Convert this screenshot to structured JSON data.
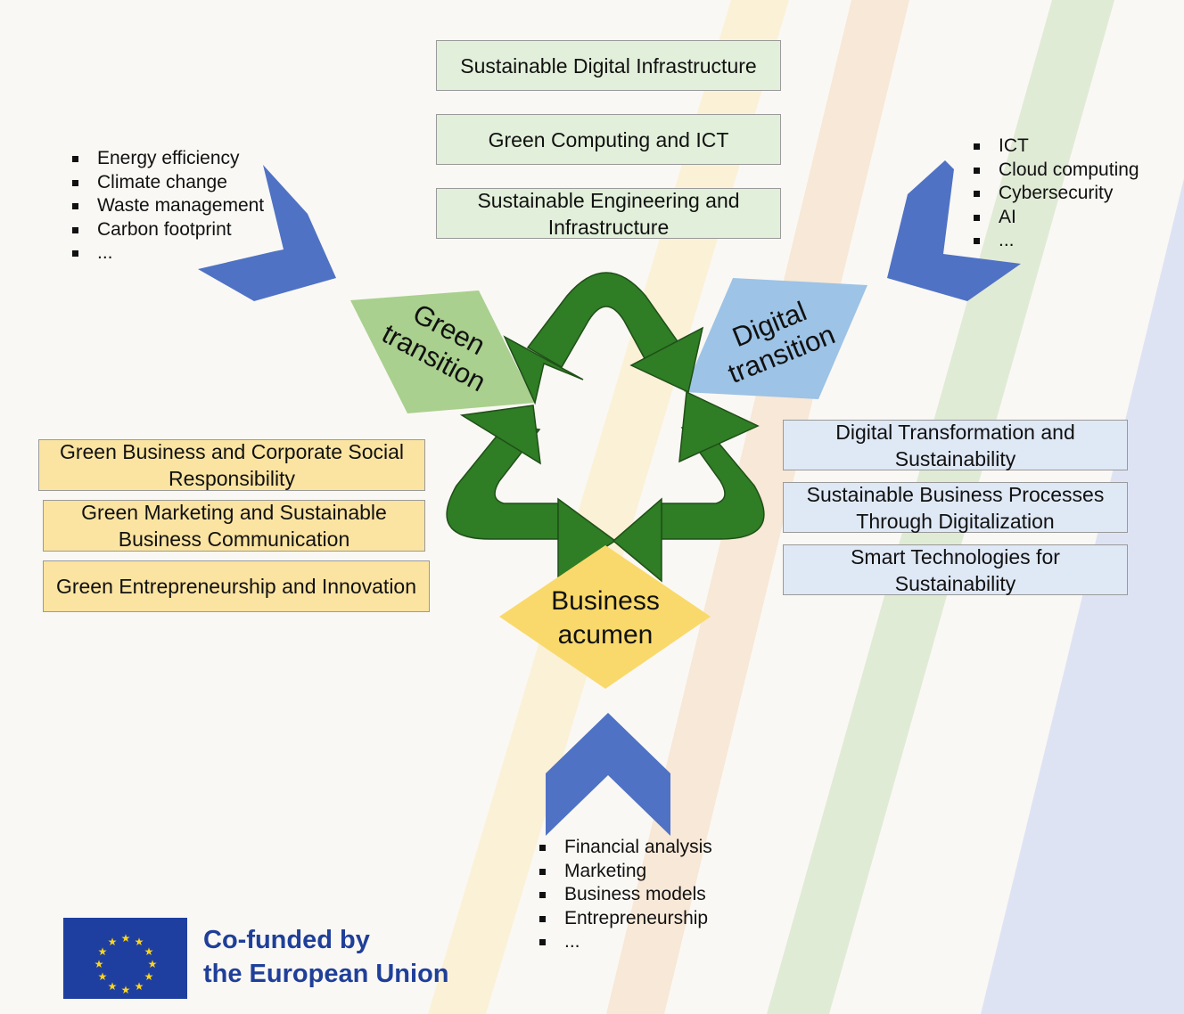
{
  "top_boxes": [
    "Sustainable Digital Infrastructure",
    "Green Computing and ICT",
    "Sustainable Engineering and Infrastructure"
  ],
  "left_boxes": [
    "Green Business and Corporate Social Responsibility",
    "Green Marketing and Sustainable Business Communication",
    "Green Entrepreneurship and Innovation"
  ],
  "right_boxes": [
    "Digital Transformation and Sustainability",
    "Sustainable Business Processes Through Digitalization",
    "Smart Technologies for Sustainability"
  ],
  "green_list": [
    "Energy efficiency",
    "Climate change",
    "Waste management",
    "Carbon footprint",
    "..."
  ],
  "digital_list": [
    "ICT",
    "Cloud computing",
    "Cybersecurity",
    "AI",
    "..."
  ],
  "business_list": [
    "Financial analysis",
    "Marketing",
    "Business models",
    "Entrepreneurship",
    "..."
  ],
  "green_transition": {
    "line1": "Green",
    "line2": "transition"
  },
  "digital_transition": {
    "line1": "Digital",
    "line2": "transition"
  },
  "business_acumen": {
    "line1": "Business",
    "line2": "acumen"
  },
  "eu": {
    "line1": "Co-funded by",
    "line2": "the European Union"
  },
  "colors": {
    "chevron_blue": "#4f72c4",
    "recycle_green": "#2f7d25",
    "green_parallelogram": "#a9d08e",
    "blue_parallelogram": "#9dc3e6",
    "business_diamond": "#f9d96b",
    "eu_blue": "#1f3fa0",
    "eu_star": "#ffd617"
  },
  "icons": [
    "chevron-down-right-icon",
    "chevron-down-left-icon",
    "chevron-up-icon",
    "recycle-icon",
    "eu-flag-icon"
  ]
}
